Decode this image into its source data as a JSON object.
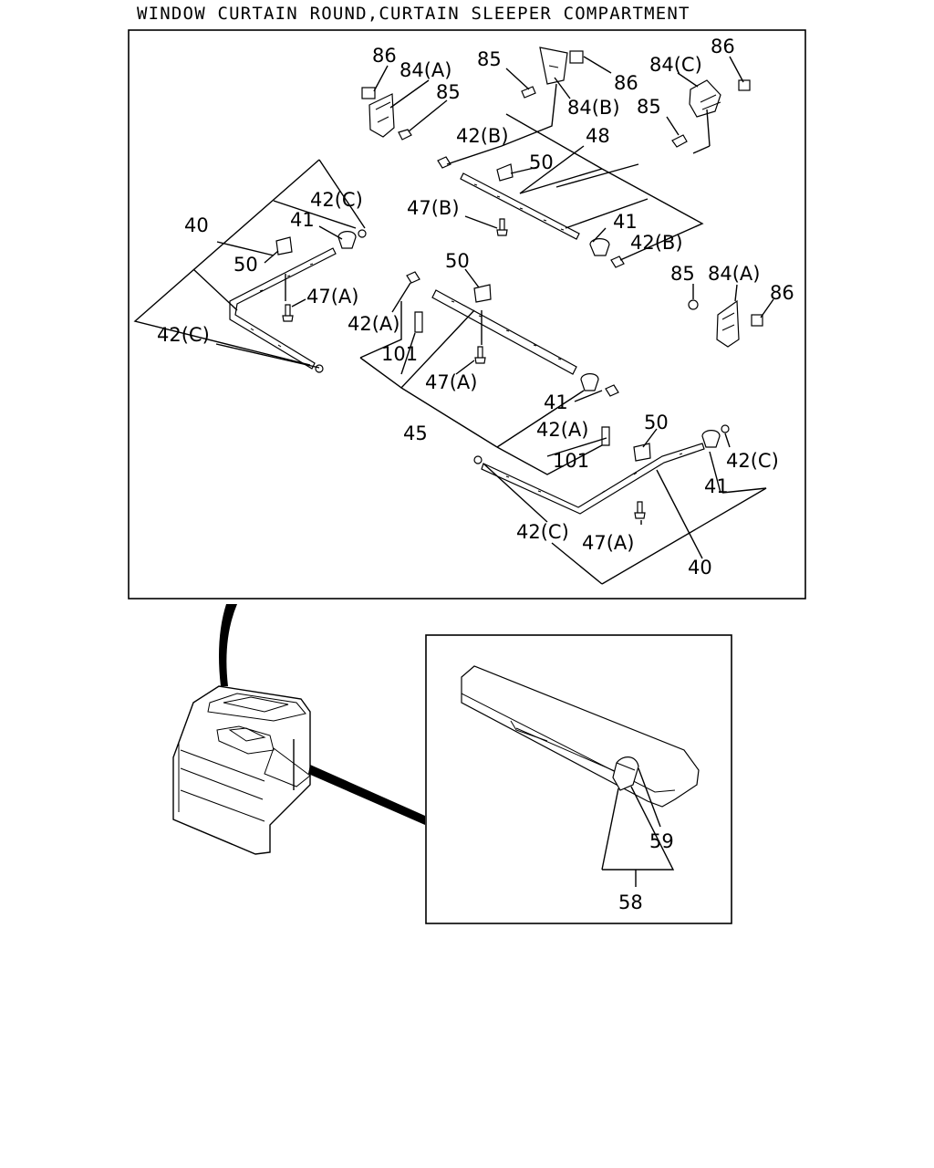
{
  "title": "WINDOW CURTAIN ROUND,CURTAIN SLEEPER COMPARTMENT",
  "callouts": {
    "c86a": "86",
    "c84a_1": "84(A)",
    "c85a": "85",
    "c85b": "85",
    "c86b": "86",
    "c84b": "84(B)",
    "c84c": "84(C)",
    "c86c": "86",
    "c85c": "85",
    "c42b_1": "42(B)",
    "c48": "48",
    "c50a": "50",
    "c42c_1": "42(C)",
    "c40a": "40",
    "c41a": "41",
    "c47b": "47(B)",
    "c41b": "41",
    "c42b_2": "42(B)",
    "c50b": "50",
    "c50c": "50",
    "c47a_1": "47(A)",
    "c85d": "85",
    "c84a_2": "84(A)",
    "c86d": "86",
    "c42a_1": "42(A)",
    "c42c_2": "42(C)",
    "c101a": "101",
    "c47a_2": "47(A)",
    "c41c": "41",
    "c45": "45",
    "c42a_2": "42(A)",
    "c50d": "50",
    "c42c_3": "42(C)",
    "c101b": "101",
    "c41d": "41",
    "c42c_4": "42(C)",
    "c47a_3": "47(A)",
    "c40b": "40",
    "c59": "59",
    "c58": "58"
  }
}
